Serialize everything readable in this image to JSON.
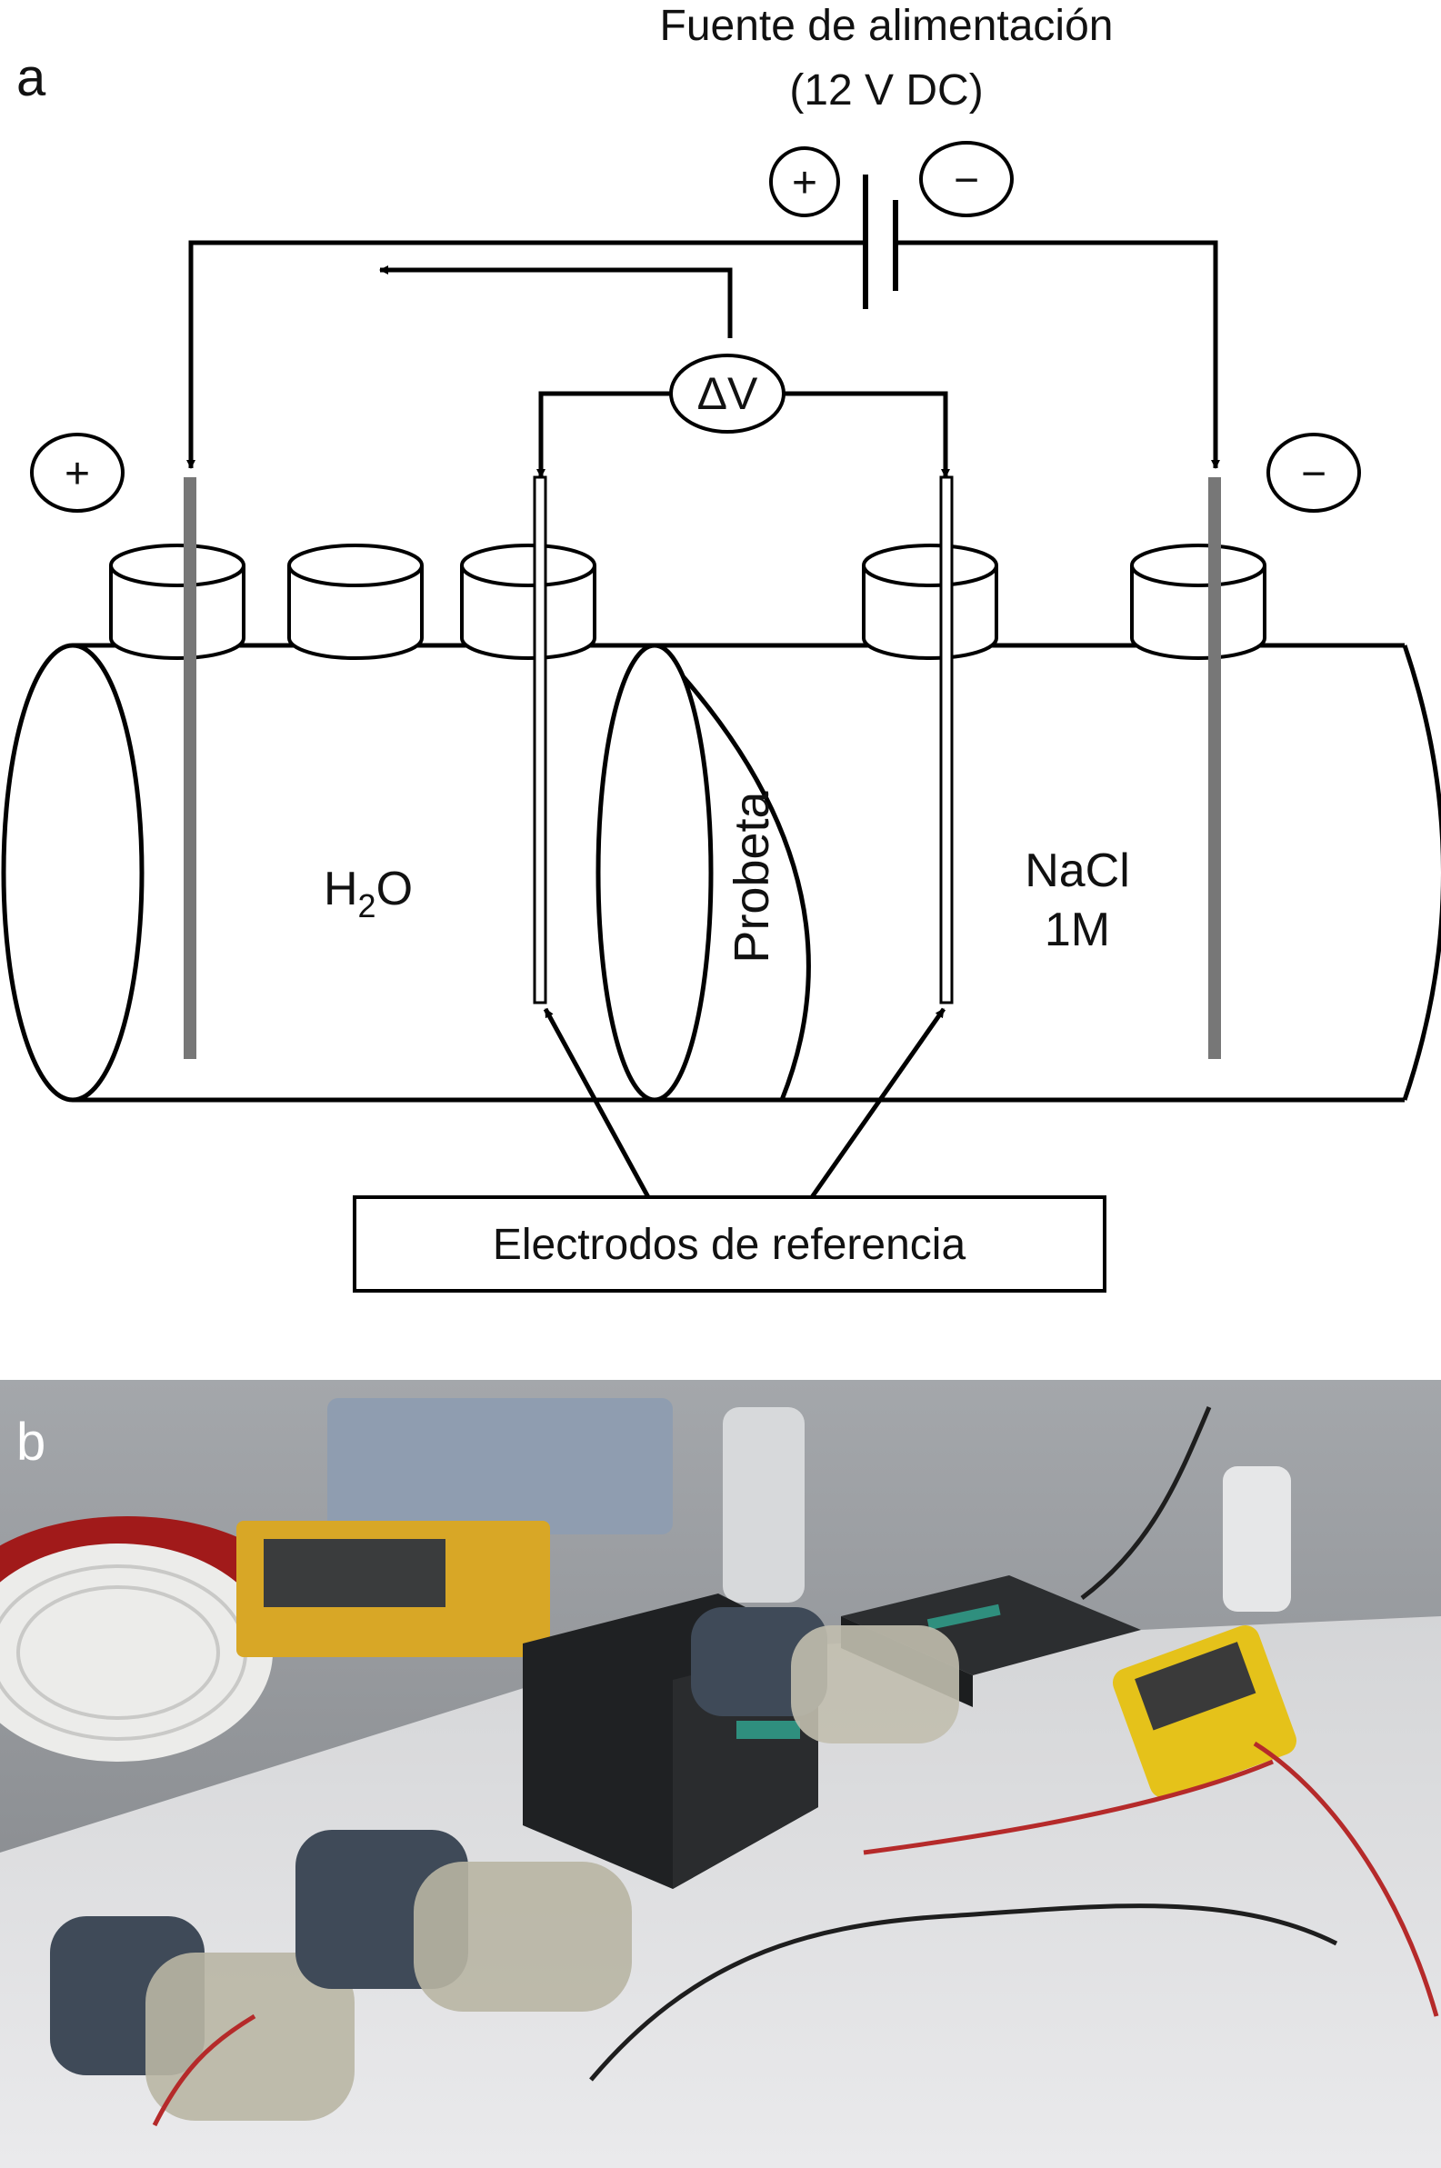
{
  "panel_a": {
    "panel_label": "a",
    "power_supply": {
      "title": "Fuente de alimentación",
      "spec": "(12 V DC)",
      "positive": "+",
      "negative": "−"
    },
    "voltmeter_label": "ΔV",
    "electrode_pos_sign": "+",
    "electrode_neg_sign": "−",
    "left_chamber": {
      "base": "H",
      "subscript": "2",
      "rest": "O"
    },
    "specimen_label": "Probeta",
    "right_chamber": {
      "line1": "NaCl",
      "line2": "1M"
    },
    "reference_box_label": "Electrodos de referencia"
  },
  "panel_b": {
    "panel_label": "b"
  },
  "colors": {
    "line": "#000000",
    "electrode_rod": "#777777",
    "photo_background": "#8a8d90"
  }
}
